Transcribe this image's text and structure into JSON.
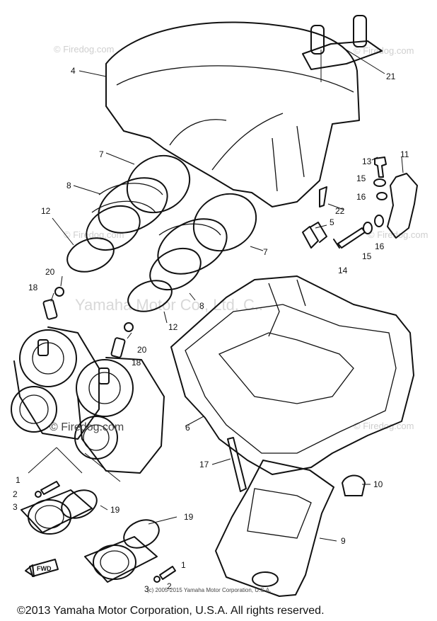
{
  "watermarks": {
    "brand": "© Firedog.com",
    "center": "Yamaha Motor Co., Ltd. C..",
    "carb_label": "© Firedog.com",
    "small_copyright": "(c) 2005-2015 Yamaha Motor Corporation, U.S.A."
  },
  "direction_label": "FWD",
  "copyright": "©2013 Yamaha Motor Corporation, U.S.A. All rights reserved.",
  "part_numbers": [
    "1",
    "2",
    "3",
    "4",
    "5",
    "6",
    "7",
    "8",
    "9",
    "10",
    "11",
    "12",
    "13",
    "14",
    "15",
    "16",
    "17",
    "18",
    "19",
    "20",
    "21",
    "22"
  ],
  "callouts": {
    "n4": "4",
    "n21": "21",
    "n7a": "7",
    "n7b": "7",
    "n8a": "8",
    "n8b": "8",
    "n12a": "12",
    "n12b": "12",
    "n13": "13",
    "n11": "11",
    "n15a": "15",
    "n15b": "15",
    "n16a": "16",
    "n16b": "16",
    "n22": "22",
    "n5": "5",
    "n14": "14",
    "n20a": "20",
    "n20b": "20",
    "n18a": "18",
    "n18b": "18",
    "n6": "6",
    "n17": "17",
    "n10": "10",
    "n9": "9",
    "n1a": "1",
    "n1b": "1",
    "n2a": "2",
    "n2b": "2",
    "n3a": "3",
    "n3b": "3",
    "n19a": "19",
    "n19b": "19"
  }
}
